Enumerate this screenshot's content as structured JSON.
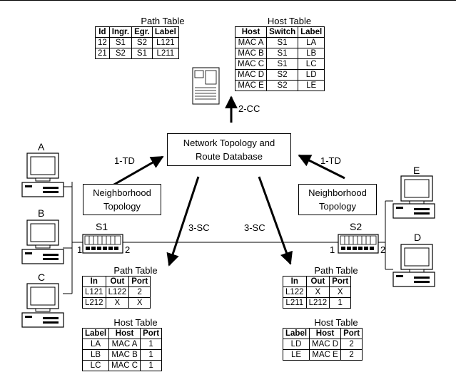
{
  "db_box": {
    "line1": "Network Topology and",
    "line2": "Route Database"
  },
  "nt_left": {
    "line1": "Neighborhood",
    "line2": "Topology"
  },
  "nt_right": {
    "line1": "Neighborhood",
    "line2": "Topology"
  },
  "arrows": {
    "cc": "2-CC",
    "td_left": "1-TD",
    "td_right": "1-TD",
    "sc_left": "3-SC",
    "sc_right": "3-SC"
  },
  "hosts": {
    "a": "A",
    "b": "B",
    "c": "C",
    "d": "D",
    "e": "E"
  },
  "switches": {
    "s1": {
      "name": "S1",
      "port1": "1",
      "port2": "2"
    },
    "s2": {
      "name": "S2",
      "port1": "1",
      "port2": "2"
    }
  },
  "top_path_table": {
    "title": "Path Table",
    "headers": [
      "Id",
      "Ingr.",
      "Egr.",
      "Label"
    ],
    "rows": [
      [
        "12",
        "S1",
        "S2",
        "L121"
      ],
      [
        "21",
        "S2",
        "S1",
        "L211"
      ]
    ]
  },
  "top_host_table": {
    "title": "Host Table",
    "headers": [
      "Host",
      "Switch",
      "Label"
    ],
    "rows": [
      [
        "MAC A",
        "S1",
        "LA"
      ],
      [
        "MAC B",
        "S1",
        "LB"
      ],
      [
        "MAC C",
        "S1",
        "LC"
      ],
      [
        "MAC D",
        "S2",
        "LD"
      ],
      [
        "MAC E",
        "S2",
        "LE"
      ]
    ]
  },
  "s1_path_table": {
    "title": "Path Table",
    "headers": [
      "In",
      "Out",
      "Port"
    ],
    "rows": [
      [
        "L121",
        "L122",
        "2"
      ],
      [
        "L212",
        "X",
        "X"
      ]
    ]
  },
  "s1_host_table": {
    "title": "Host Table",
    "headers": [
      "Label",
      "Host",
      "Port"
    ],
    "rows": [
      [
        "LA",
        "MAC A",
        "1"
      ],
      [
        "LB",
        "MAC B",
        "1"
      ],
      [
        "LC",
        "MAC C",
        "1"
      ]
    ]
  },
  "s2_path_table": {
    "title": "Path Table",
    "headers": [
      "In",
      "Out",
      "Port"
    ],
    "rows": [
      [
        "L122",
        "X",
        "X"
      ],
      [
        "L211",
        "L212",
        "1"
      ]
    ]
  },
  "s2_host_table": {
    "title": "Host Table",
    "headers": [
      "Label",
      "Host",
      "Port"
    ],
    "rows": [
      [
        "LD",
        "MAC D",
        "2"
      ],
      [
        "LE",
        "MAC E",
        "2"
      ]
    ]
  }
}
